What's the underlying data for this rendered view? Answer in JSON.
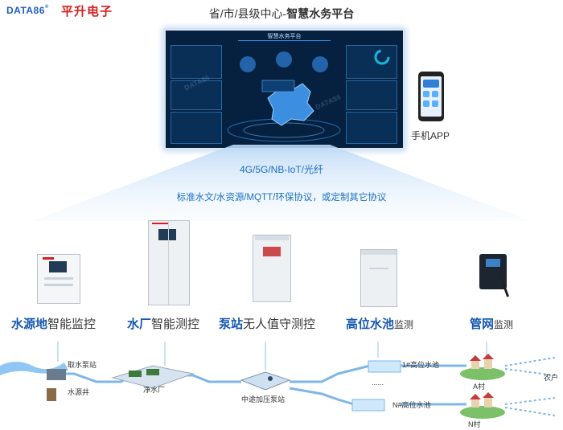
{
  "header": {
    "logo_text": "DATA86",
    "logo_sup": "®",
    "logo_cn": "平升电子",
    "title_prefix": "省/市/县级中心-",
    "title_bold": "智慧水务平台"
  },
  "dashboard": {
    "title": "智慧水务平台",
    "watermark": "DATA86"
  },
  "mobile": {
    "label": "手机APP"
  },
  "network": {
    "transport": "4G/5G/NB-IoT/光纤",
    "protocols": "标准水文/水资源/MQTT/环保协议，或定制其它协议"
  },
  "devices": [
    {
      "highlight": "水源地",
      "rest": "智能监控"
    },
    {
      "highlight": "水厂",
      "rest": "智能测控"
    },
    {
      "highlight": "泵站",
      "rest": "无人值守测控"
    },
    {
      "highlight": "高位水池",
      "rest": "监测"
    },
    {
      "highlight": "管网",
      "rest": "监测"
    }
  ],
  "pipeline": {
    "intake_station": "取水泵站",
    "source_well": "水源井",
    "purification_plant": "净水厂",
    "booster_station": "中途加压泵站",
    "tank_1": "1#高位水池",
    "tank_n": "N#高位水池",
    "dots": "......",
    "village_a": "A村",
    "village_n": "N村",
    "household": "农户"
  },
  "colors": {
    "accent_blue": "#1558b0",
    "protocol_blue": "#1a6fc4",
    "logo_red": "#d81e1e",
    "pipe": "#7fb6e6",
    "dashboard_bg": "#06213f"
  }
}
